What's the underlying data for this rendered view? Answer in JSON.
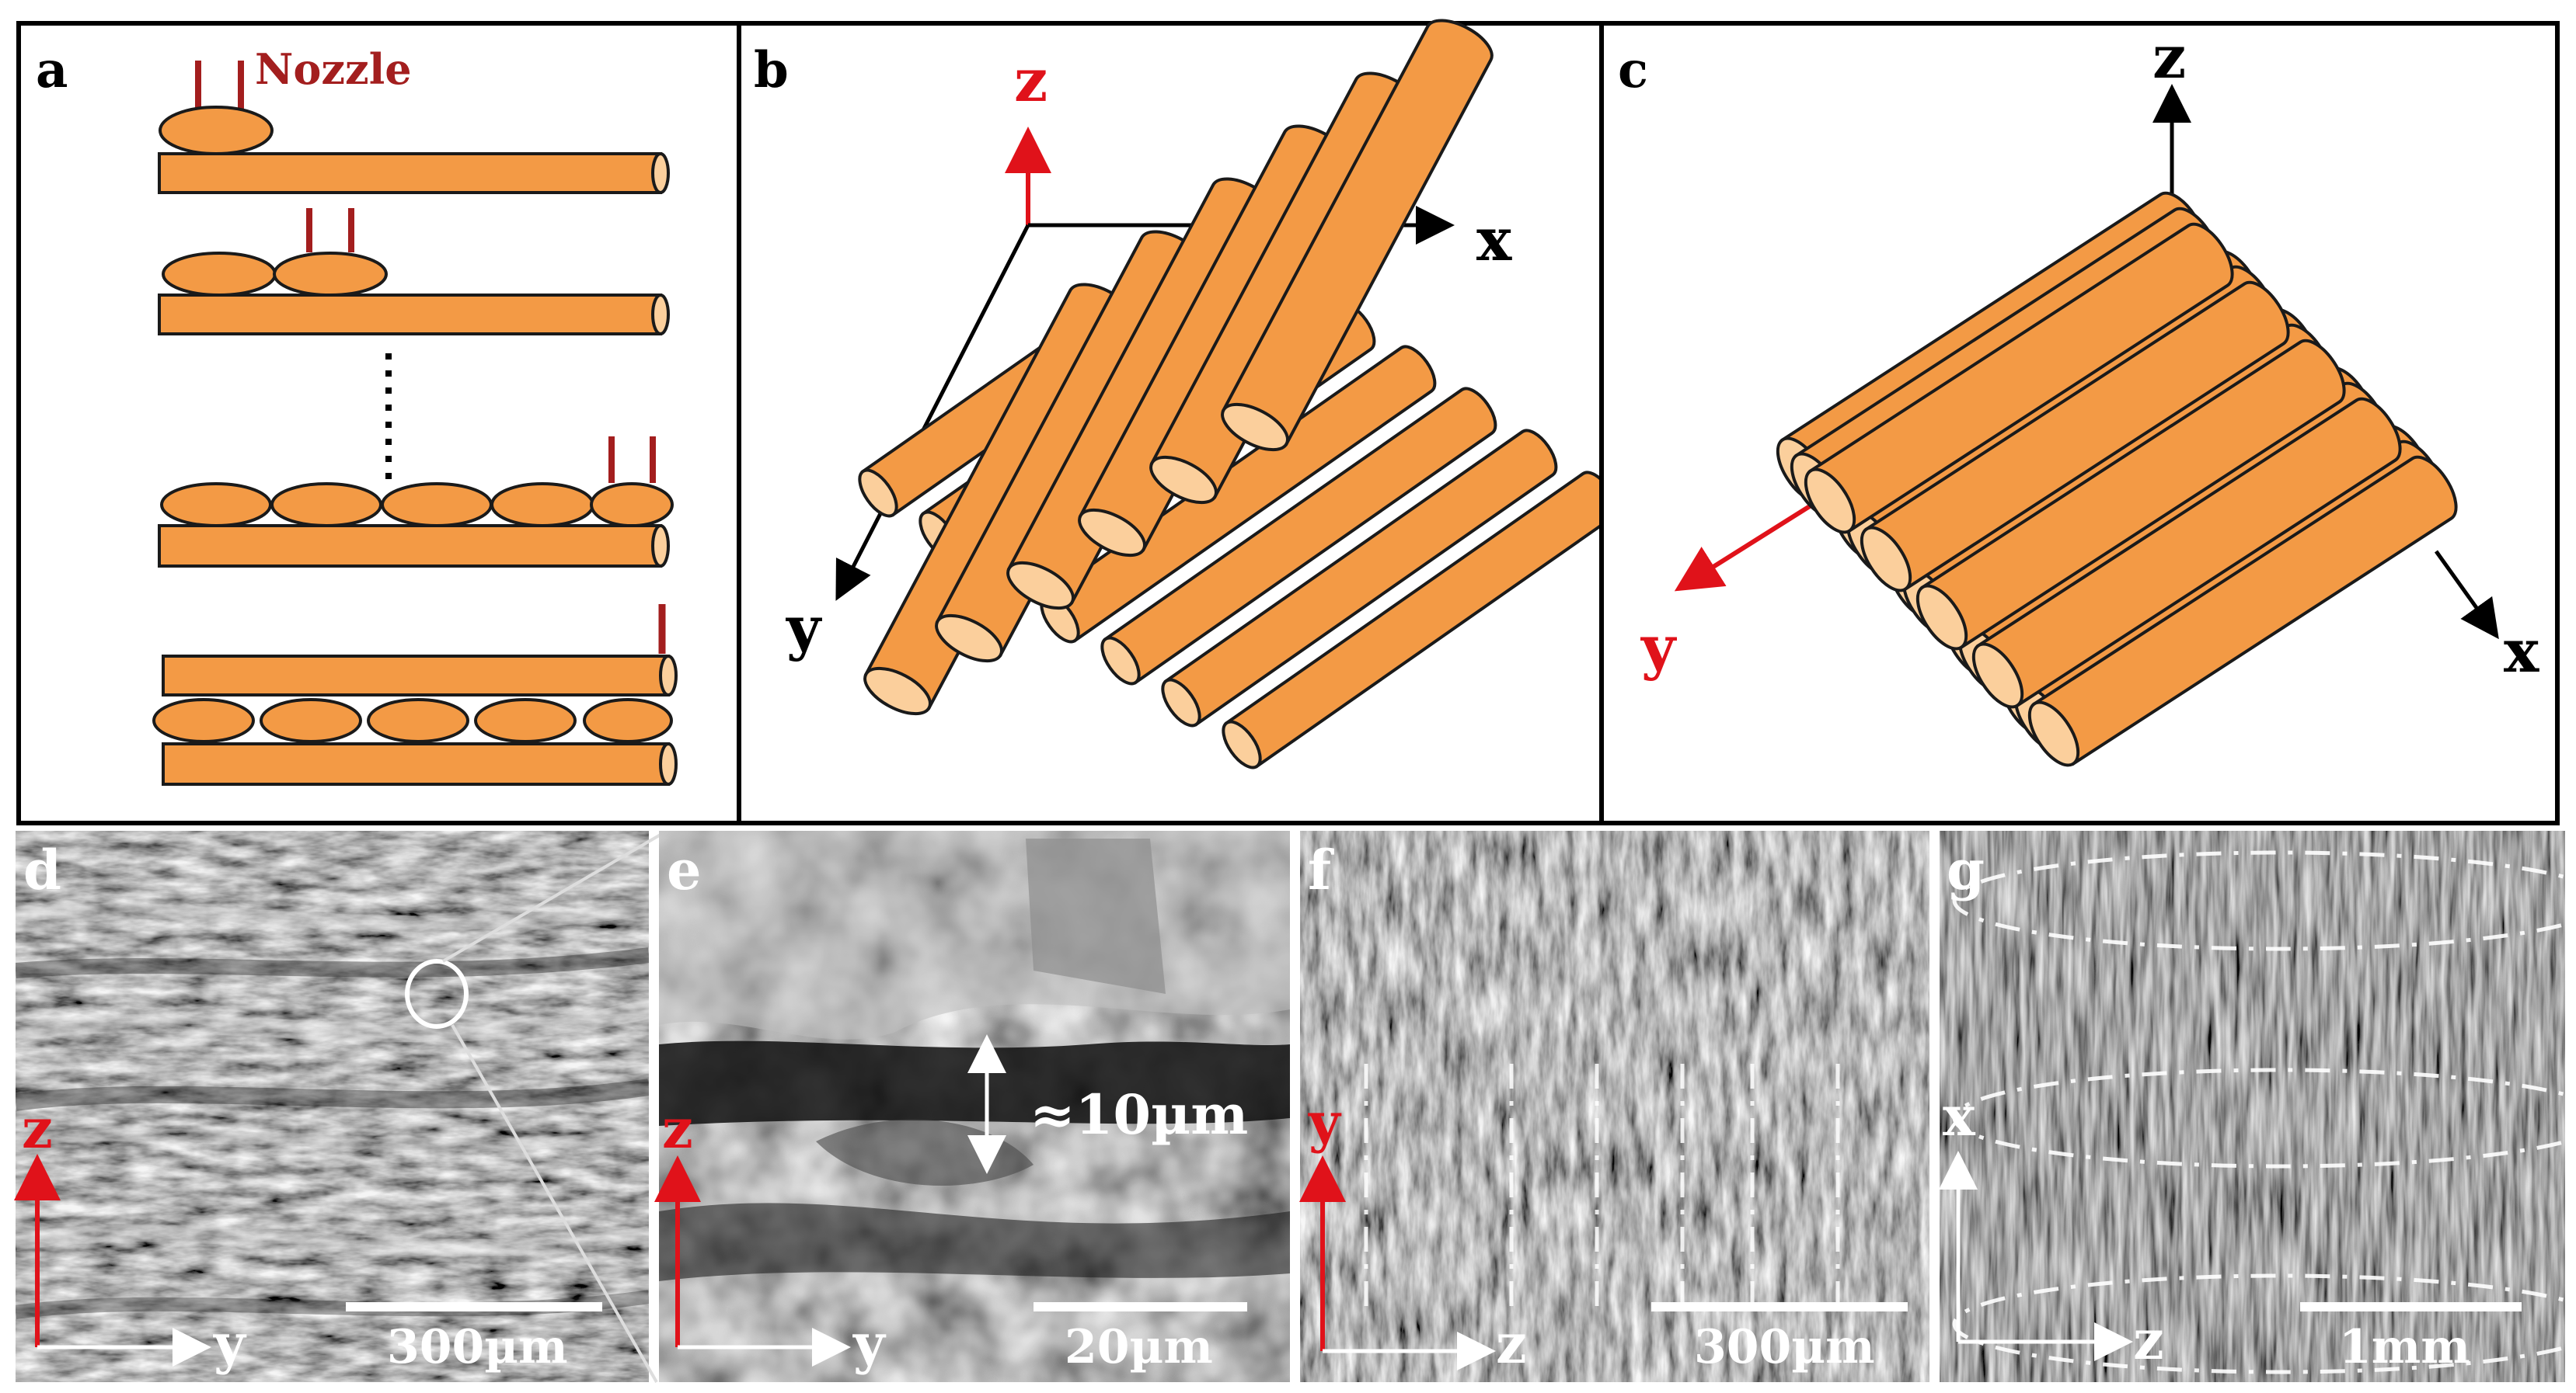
{
  "panels": {
    "a": {
      "label": "a",
      "nozzle_text": "Nozzle"
    },
    "b": {
      "label": "b",
      "axes": {
        "z": "z",
        "x": "x",
        "y": "y"
      }
    },
    "c": {
      "label": "c",
      "axes": {
        "z": "z",
        "x": "x",
        "y": "y"
      }
    },
    "d": {
      "label": "d",
      "axes": {
        "vertical": "z",
        "horizontal": "y"
      },
      "scale": "300µm"
    },
    "e": {
      "label": "e",
      "axes": {
        "vertical": "z",
        "horizontal": "y"
      },
      "scale": "20µm",
      "annotation": "≈10µm"
    },
    "f": {
      "label": "f",
      "axes": {
        "vertical": "y",
        "horizontal": "z"
      },
      "scale": "300µm"
    },
    "g": {
      "label": "g",
      "axes": {
        "vertical": "x",
        "horizontal": "z"
      },
      "scale": "1mm"
    }
  },
  "colors": {
    "filament": "#f39a45",
    "filament_end": "#fbcf9c",
    "outline": "#1a1a1a",
    "nozzle": "#a31e1e",
    "accent_red": "#e0121a",
    "sem_dark": "#2c2c2c",
    "sem_mid": "#6d6d6d"
  }
}
